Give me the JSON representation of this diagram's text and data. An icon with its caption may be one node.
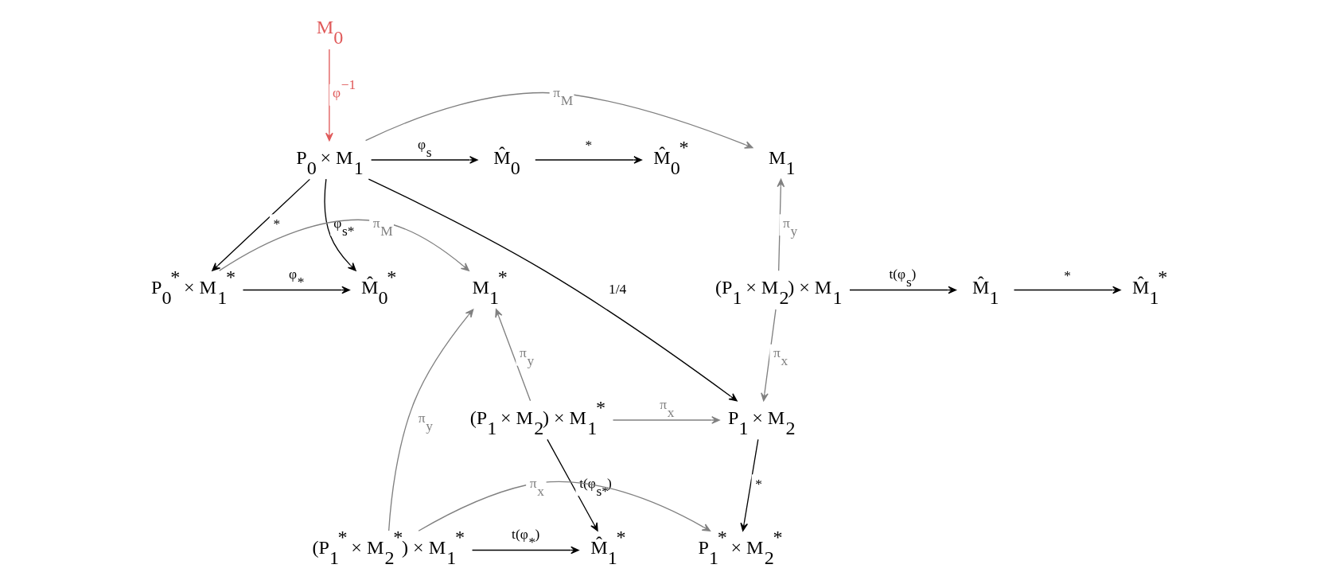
{
  "diagram": {
    "nodes": [
      {
        "text": [
          "M$_{0}$"
        ]
      },
      {
        "text": [
          "M$_{1}$"
        ]
      },
      {
        "text": [
          "P$_{0}$ × M$_{1}$"
        ]
      },
      {
        "text": [
          "M̂$_{0}$"
        ]
      },
      {
        "text": [
          "M̂$_{0}$$^{*}$"
        ]
      },
      {
        "text": [
          "M̂$_{1}$$^{*}$"
        ]
      },
      {
        "text": [
          "M̂$_{1}$"
        ]
      },
      {
        "text": [
          "(P$_{1}$ × M$_{2}$) × M$_{1}$"
        ]
      },
      {
        "text": [
          "M$_{1}$$^{*}$"
        ]
      },
      {
        "text": [
          "P$_{0}$$^{*}$ × M$_{1}$$^{*}$"
        ]
      },
      {
        "text": [
          "M̂$_{0}$$^{*}$"
        ]
      },
      {
        "text": [
          "(P$_{1}$ × M$_{2}$) × M$_{1}$$^{*}$"
        ]
      },
      {
        "text": [
          "P$_{1}$ × M$_{2}$"
        ]
      },
      {
        "text": [
          "M̂$_{1}$$^{*}$"
        ]
      },
      {
        "text": [
          "(P$_{1}$$^{*}$ × M$_{2}$$^{*}$) × M$_{1}$$^{*}$"
        ]
      },
      {
        "text": [
          "P$_{1}$$^{*}$ × M$_{2}$$^{*}$"
        ]
      }
    ],
    "edges": [
      {
        "from": 0,
        "to": 2,
        "arrow": "to",
        "label": "φ$^{−1}$",
        "color": "#e05a5a"
      },
      {
        "from": 2,
        "to": 1,
        "arrow": "to",
        "label": "π$_{M}$",
        "color": "#808080"
      },
      {
        "from": 2,
        "to": 3,
        "arrow": "to",
        "label": "φ$_{s}$"
      },
      {
        "from": 3,
        "to": 4,
        "arrow": "to",
        "label": "*"
      },
      {
        "from": 2,
        "to": 9,
        "arrow": "to",
        "label": "*"
      },
      {
        "from": 2,
        "to": 10,
        "arrow": "to",
        "label": "φ$_{s*}$"
      },
      {
        "from": 2,
        "to": 12,
        "arrow": "to",
        "label": "1/4"
      },
      {
        "from": 7,
        "to": 6,
        "arrow": "to",
        "label": "t(φ$_{s}$)"
      },
      {
        "from": 6,
        "to": 5,
        "arrow": "to",
        "label": "*"
      },
      {
        "from": 7,
        "to": 1,
        "arrow": "to",
        "label": "π$_{y}$",
        "color": "#808080"
      },
      {
        "from": 7,
        "to": 12,
        "arrow": "to",
        "label": "π$_{x}$",
        "color": "#808080"
      },
      {
        "from": 9,
        "to": 8,
        "arrow": "to",
        "label": "π$_{M}$",
        "color": "#808080"
      },
      {
        "from": 9,
        "to": 10,
        "arrow": "to",
        "label": "φ$_{*}$"
      },
      {
        "from": 11,
        "to": 8,
        "arrow": "to",
        "label": "π$_{y}$",
        "color": "#808080"
      },
      {
        "from": 11,
        "to": 12,
        "arrow": "to",
        "label": "π$_{x}$",
        "color": "#808080"
      },
      {
        "from": 11,
        "to": 13,
        "arrow": "to",
        "label": "t(φ$_{s*}$)"
      },
      {
        "from": 14,
        "to": 13,
        "arrow": "to",
        "label": "t(φ$_{*}$)"
      },
      {
        "from": 14,
        "to": 8,
        "arrow": "to",
        "label": "π$_{y}$",
        "color": "#808080"
      },
      {
        "from": 14,
        "to": 15,
        "arrow": "to",
        "label": "π$_{x}$",
        "color": "#808080"
      },
      {
        "from": 12,
        "to": 15,
        "arrow": "to",
        "label": "*"
      }
    ]
  }
}
